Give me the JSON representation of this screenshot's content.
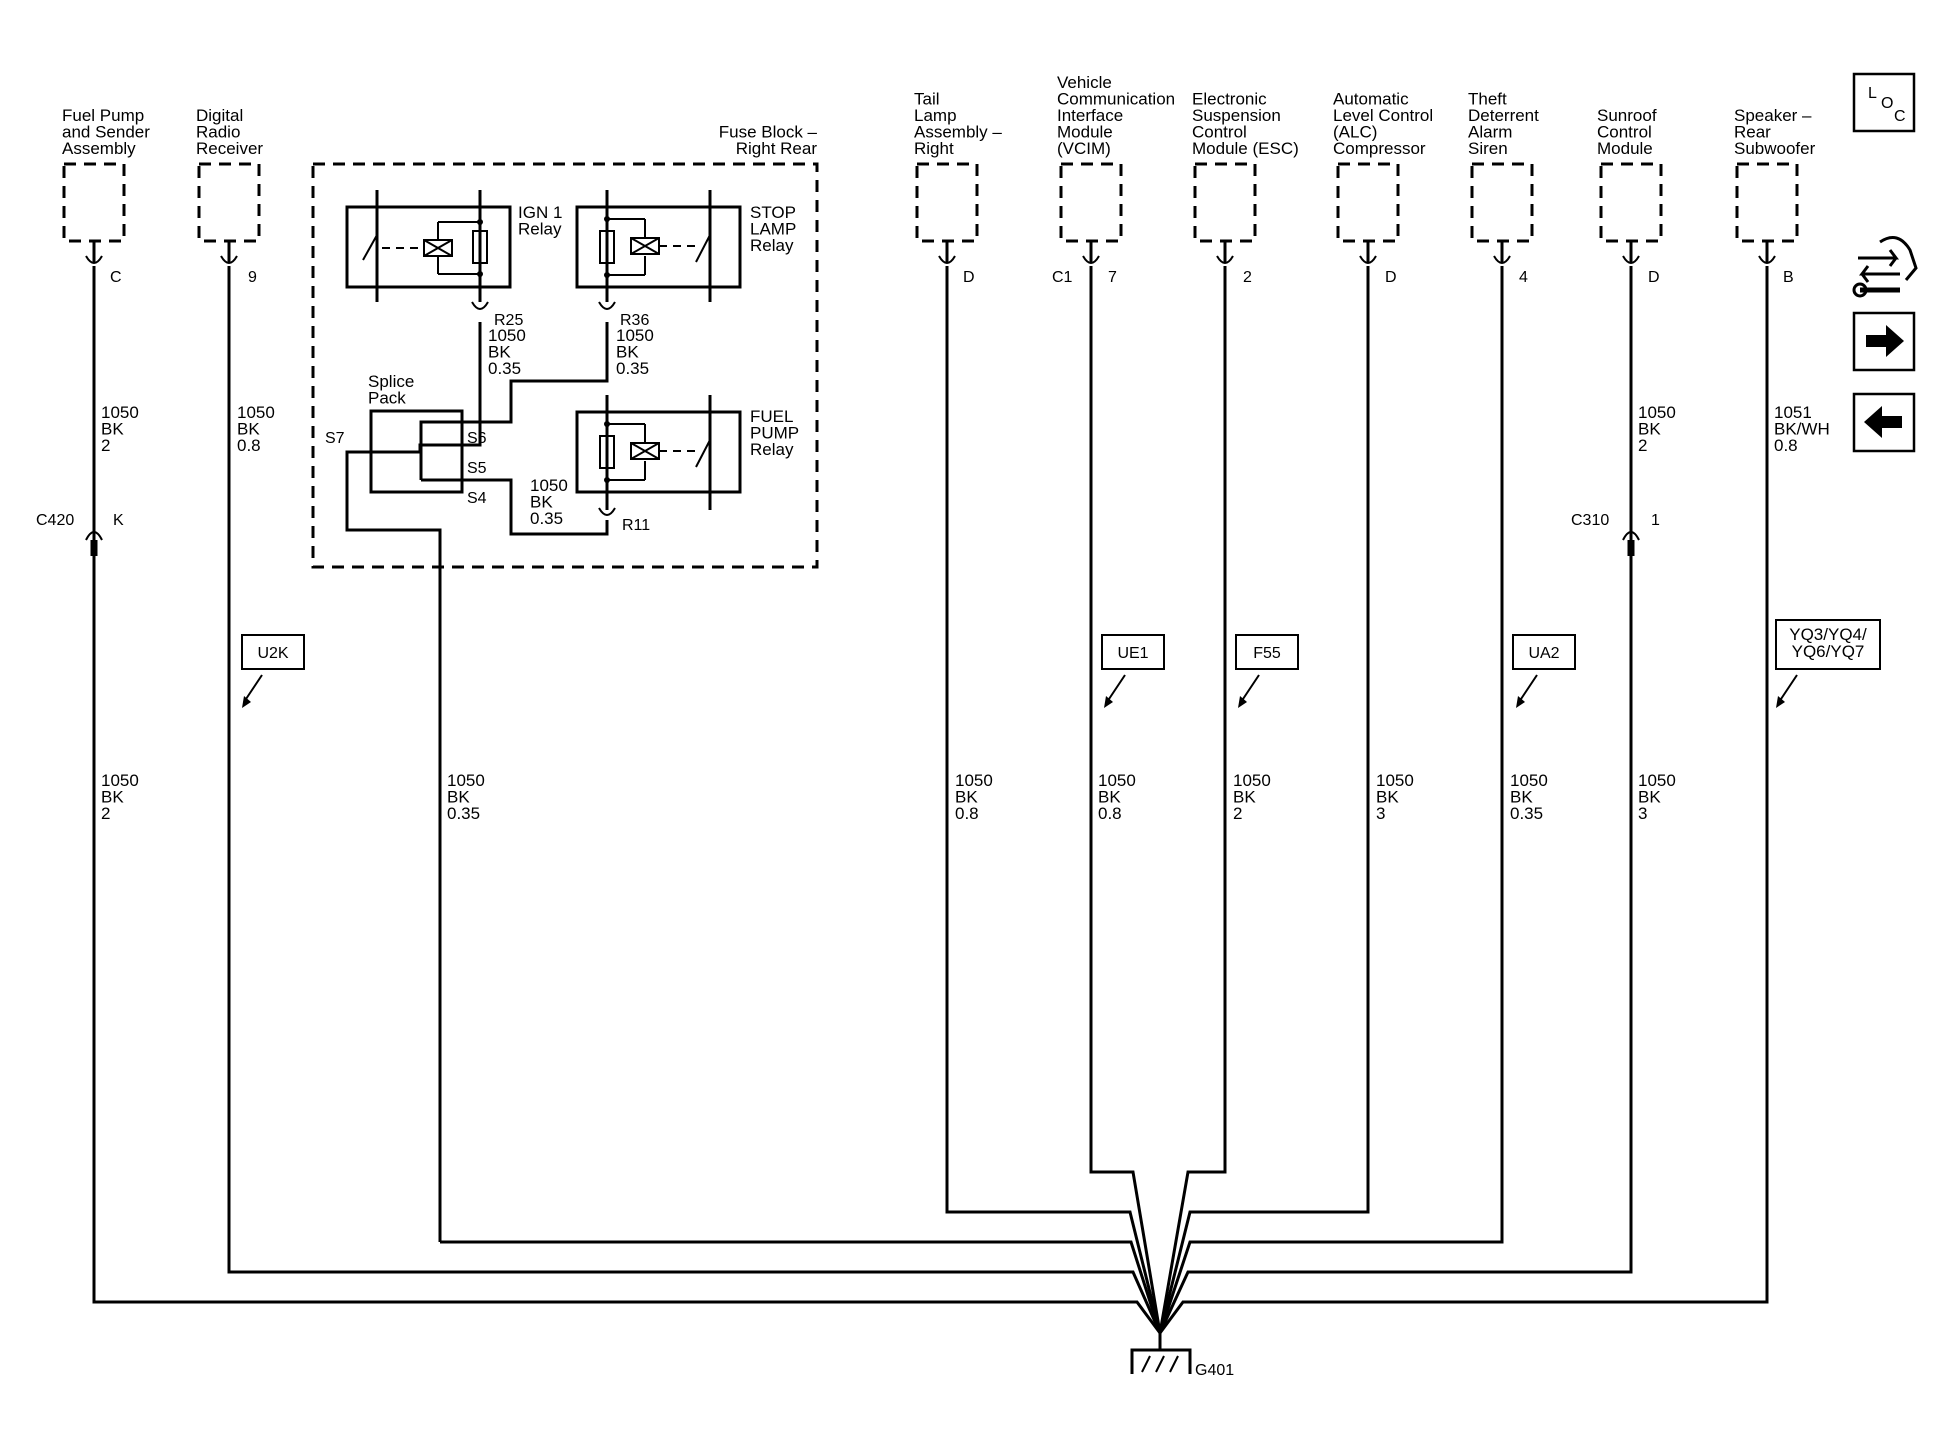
{
  "components": [
    {
      "id": "fuel-pump",
      "label": [
        "Fuel Pump",
        "and Sender",
        "Assembly"
      ],
      "pin": "C"
    },
    {
      "id": "digital-radio",
      "label": [
        "Digital",
        "Radio",
        "Receiver"
      ],
      "pin": "9"
    },
    {
      "id": "tail-lamp",
      "label": [
        "Tail",
        "Lamp",
        "Assembly –",
        "Right"
      ],
      "pin": "D"
    },
    {
      "id": "vcim",
      "label": [
        "Vehicle",
        "Communication",
        "Interface",
        "Module",
        "(VCIM)"
      ],
      "pin": "7",
      "connector": "C1"
    },
    {
      "id": "esc",
      "label": [
        "Electronic",
        "Suspension",
        "Control",
        "Module (ESC)"
      ],
      "pin": "2"
    },
    {
      "id": "alc",
      "label": [
        "Automatic",
        "Level Control",
        "(ALC)",
        "Compressor"
      ],
      "pin": "D"
    },
    {
      "id": "theft",
      "label": [
        "Theft",
        "Deterrent",
        "Alarm",
        "Siren"
      ],
      "pin": "4"
    },
    {
      "id": "sunroof",
      "label": [
        "Sunroof",
        "Control",
        "Module"
      ],
      "pin": "D"
    },
    {
      "id": "speaker",
      "label": [
        "Speaker –",
        "Rear",
        "Subwoofer"
      ],
      "pin": "B"
    }
  ],
  "fuse_block": {
    "title": [
      "Fuse Block –",
      "Right Rear"
    ],
    "relays": [
      {
        "id": "ign1",
        "label": [
          "IGN 1",
          "Relay"
        ],
        "pin": "R25",
        "wire": [
          "1050",
          "BK",
          "0.35"
        ]
      },
      {
        "id": "stop",
        "label": [
          "STOP",
          "LAMP",
          "Relay"
        ],
        "pin": "R36",
        "wire": [
          "1050",
          "BK",
          "0.35"
        ]
      },
      {
        "id": "fuel",
        "label": [
          "FUEL",
          "PUMP",
          "Relay"
        ],
        "pin": "R11",
        "wire": [
          "1050",
          "BK",
          "0.35"
        ]
      }
    ],
    "splice": {
      "label": [
        "Splice",
        "Pack"
      ],
      "pins": [
        "S7",
        "S6",
        "S5",
        "S4"
      ]
    }
  },
  "wires_upper": [
    {
      "id": "fuel-pump",
      "text": [
        "1050",
        "BK",
        "2"
      ]
    },
    {
      "id": "digital-radio",
      "text": [
        "1050",
        "BK",
        "0.8"
      ]
    },
    {
      "id": "sunroof",
      "text": [
        "1050",
        "BK",
        "2"
      ]
    },
    {
      "id": "speaker",
      "text": [
        "1051",
        "BK/WH",
        "0.8"
      ]
    }
  ],
  "inline_connectors": [
    {
      "id": "c420",
      "name": "C420",
      "pin": "K"
    },
    {
      "id": "c310",
      "name": "C310",
      "pin": "1"
    }
  ],
  "options": [
    {
      "id": "u2k",
      "text": [
        "U2K"
      ]
    },
    {
      "id": "ue1",
      "text": [
        "UE1"
      ]
    },
    {
      "id": "f55",
      "text": [
        "F55"
      ]
    },
    {
      "id": "ua2",
      "text": [
        "UA2"
      ]
    },
    {
      "id": "yq",
      "text": [
        "YQ3/YQ4/",
        "YQ6/YQ7"
      ]
    }
  ],
  "wires_lower": [
    {
      "id": "fuel-pump",
      "text": [
        "1050",
        "BK",
        "2"
      ]
    },
    {
      "id": "splice",
      "text": [
        "1050",
        "BK",
        "0.35"
      ]
    },
    {
      "id": "tail-lamp",
      "text": [
        "1050",
        "BK",
        "0.8"
      ]
    },
    {
      "id": "vcim",
      "text": [
        "1050",
        "BK",
        "0.8"
      ]
    },
    {
      "id": "esc",
      "text": [
        "1050",
        "BK",
        "2"
      ]
    },
    {
      "id": "alc",
      "text": [
        "1050",
        "BK",
        "3"
      ]
    },
    {
      "id": "theft",
      "text": [
        "1050",
        "BK",
        "0.35"
      ]
    },
    {
      "id": "sunroof",
      "text": [
        "1050",
        "BK",
        "3"
      ]
    }
  ],
  "ground": {
    "name": "G401"
  },
  "nav": {
    "loc": [
      "L",
      "O",
      "C"
    ]
  }
}
